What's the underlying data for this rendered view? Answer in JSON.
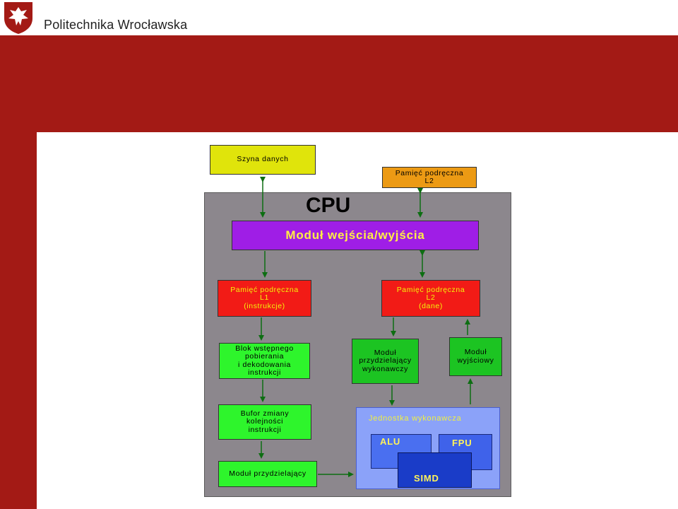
{
  "header": {
    "university_name": "Politechnika Wrocławska",
    "logo_icon": "eagle-crest-icon",
    "brand_color": "#a31a15"
  },
  "diagram": {
    "cpu_title": "CPU",
    "data_bus": "Szyna danych",
    "l2_cache_external": "Pamięć podręczna\nL2",
    "io_module": "Moduł wejścia/wyjścia",
    "l1_cache": "Pamięć podręczna\nL1\n(instrukcje)",
    "l2_cache_data": "Pamięć podręczna\nL2\n(dane)",
    "fetch_decode": "Blok wstępnego\npobierania\ni dekodowania\ninstrukcji",
    "dispatcher": "Moduł\nprzydzielający\nwykonawczy",
    "output_module": "Moduł\nwyjściowy",
    "reorder_buffer": "Bufor zmiany\nkolejności\ninstrukcji",
    "allocator": "Moduł przydzielający",
    "execution_unit": "Jednostka wykonawcza",
    "alu": "ALU",
    "fpu": "FPU",
    "simd": "SIMD"
  }
}
